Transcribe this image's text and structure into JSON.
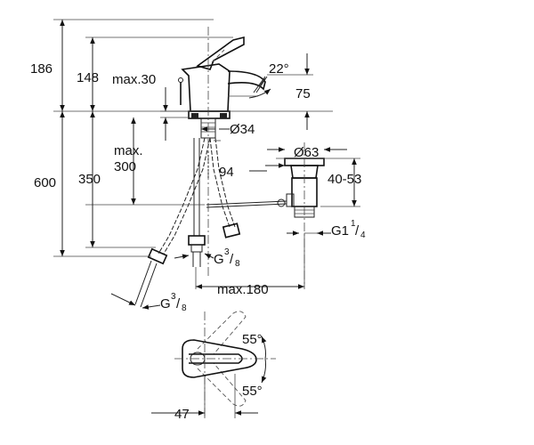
{
  "dimensions": {
    "h186": "186",
    "h148": "148",
    "max30": "max.30",
    "angle22": "22°",
    "d75": "75",
    "dia34": "Ø34",
    "max_label": "max.",
    "max300": "300",
    "h600": "600",
    "h350": "350",
    "d94": "94",
    "dia63": "Ø63",
    "range40_53": "40-53",
    "g1_main": "G1",
    "g1_sup": "1",
    "g1_sub": "4",
    "g38_a_main": "G",
    "g38_a_sup": "3",
    "g38_a_sub": "8",
    "max180": "max.180",
    "g38_b_main": "G",
    "g38_b_sup": "3",
    "g38_b_sub": "8",
    "angle55_top": "55°",
    "angle55_bottom": "55°",
    "d47": "47"
  }
}
